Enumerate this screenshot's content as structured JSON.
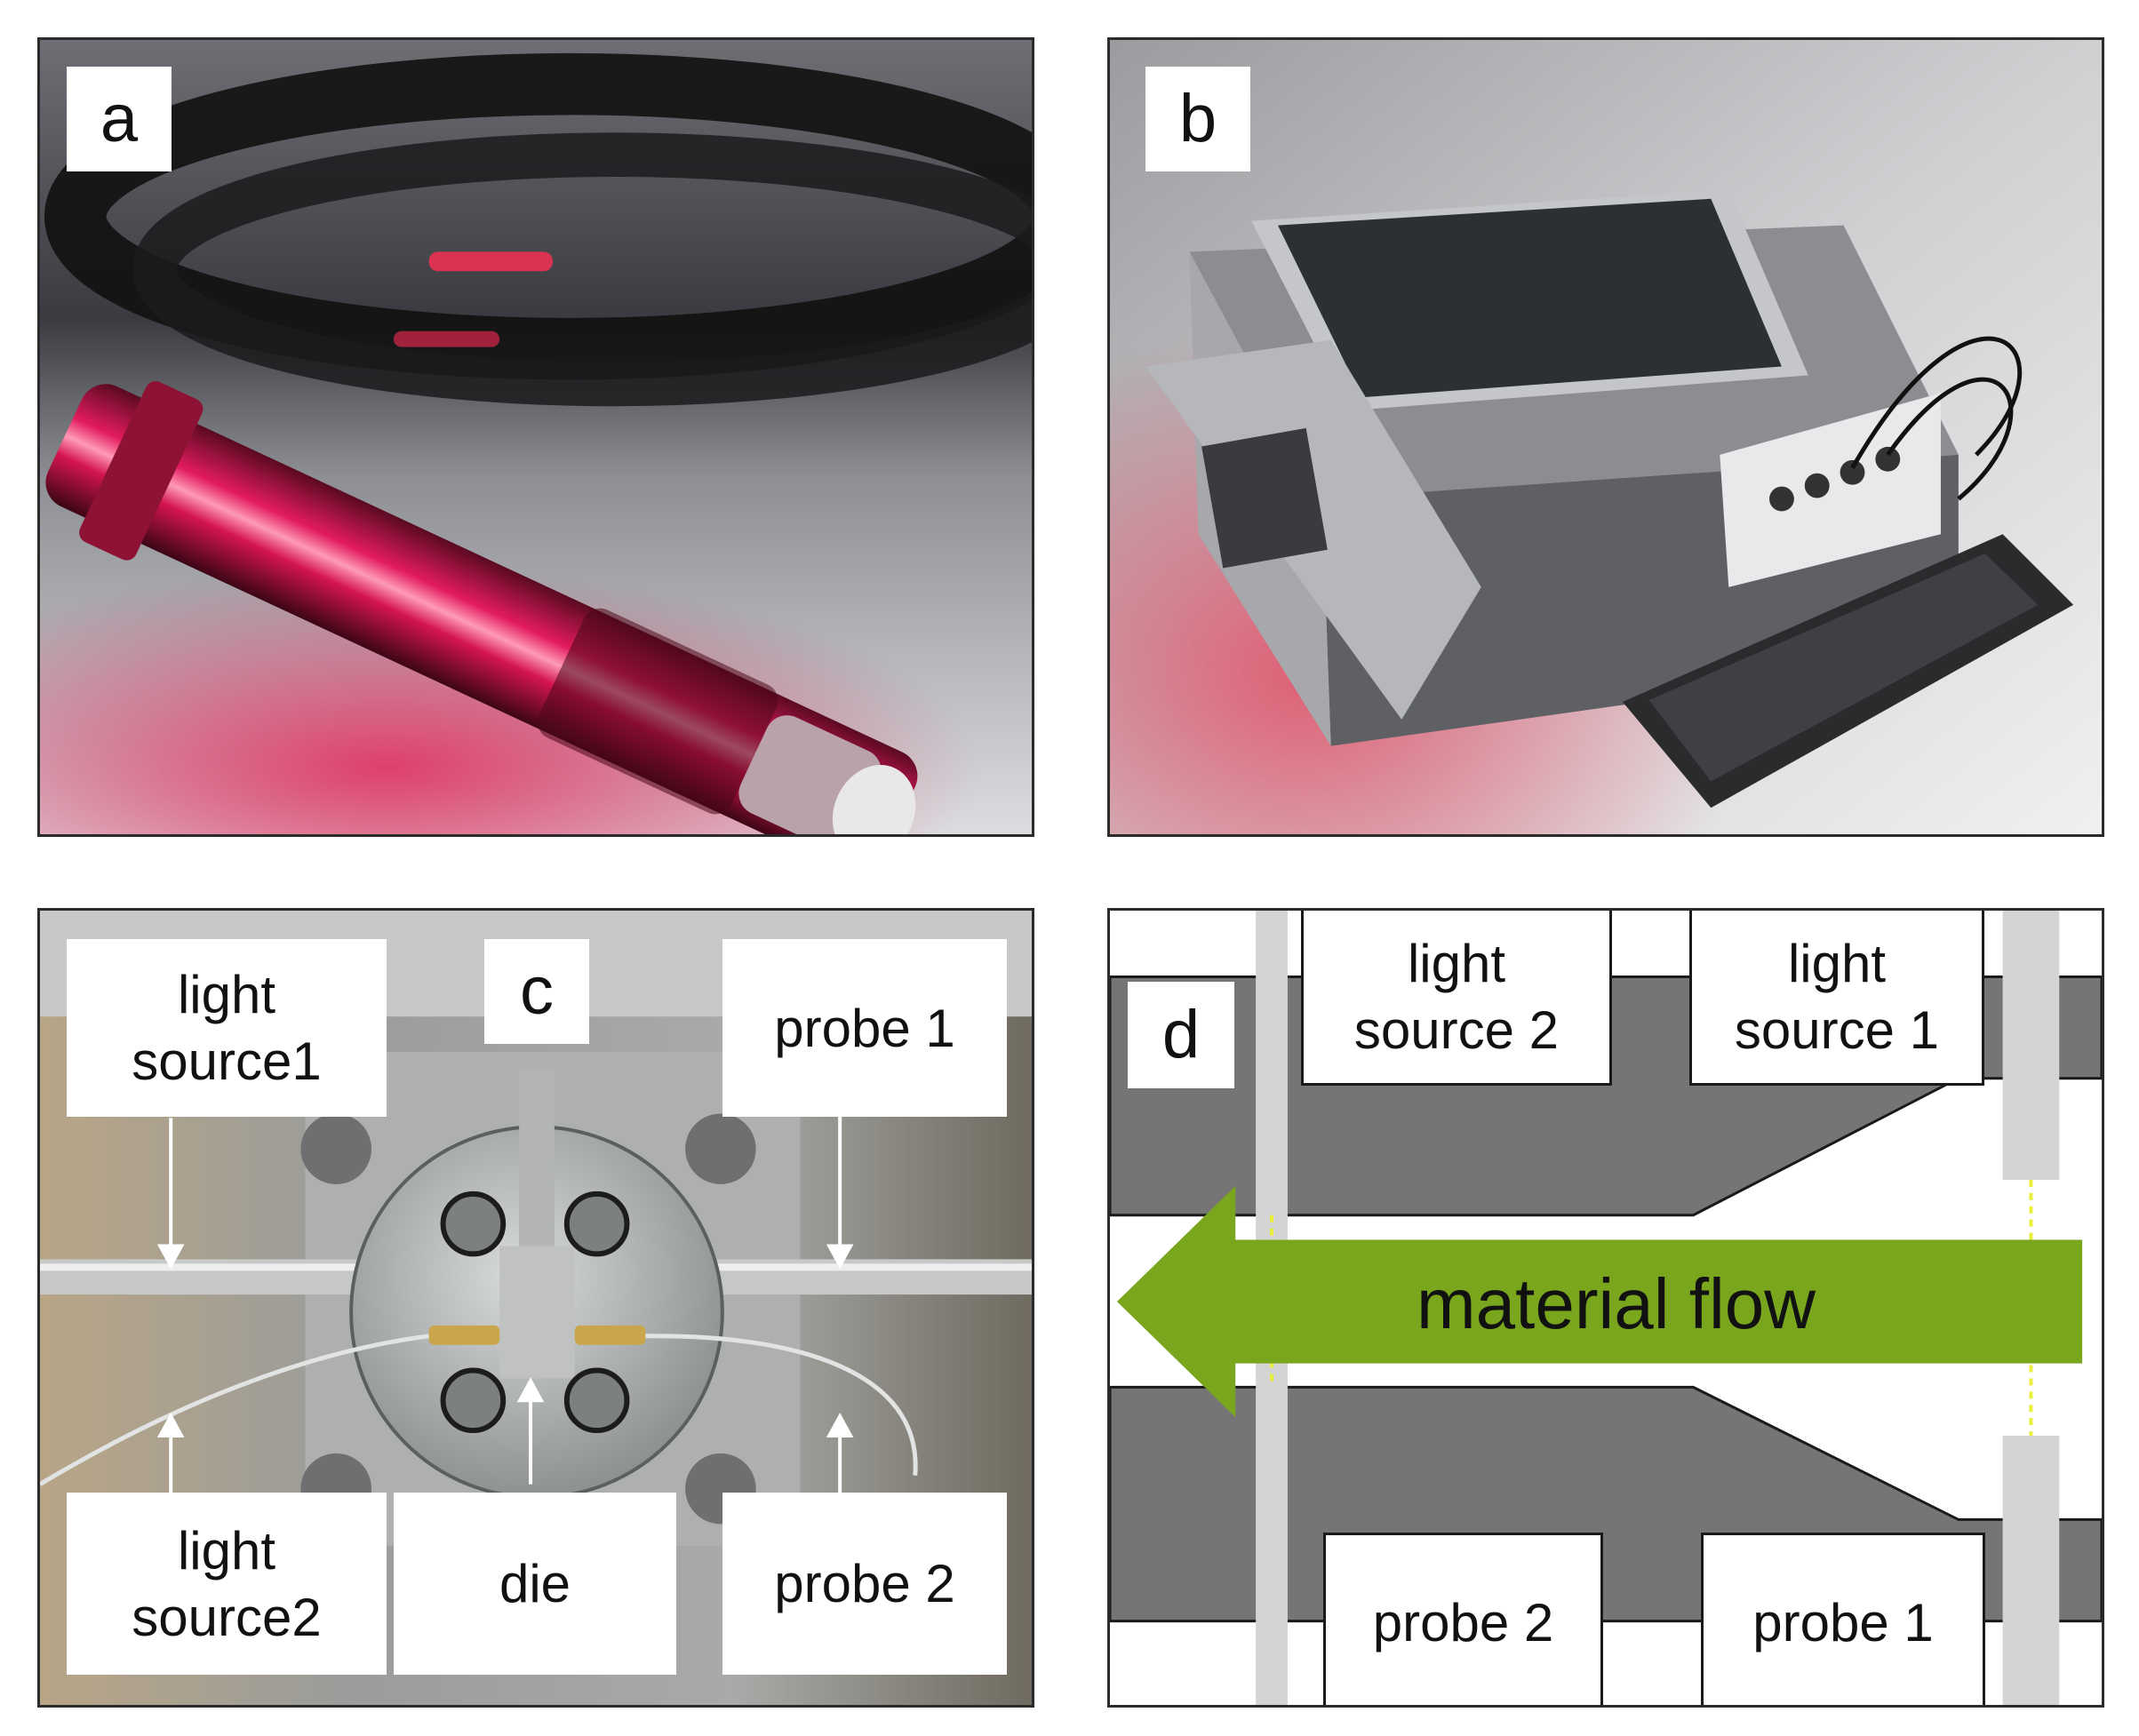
{
  "panels": {
    "a": {
      "letter": "a"
    },
    "b": {
      "letter": "b"
    },
    "c": {
      "letter": "c",
      "labels": {
        "light_source1": {
          "line1": "light",
          "line2": "source1"
        },
        "probe1": "probe 1",
        "light_source2": {
          "line1": "light",
          "line2": "source2"
        },
        "die": "die",
        "probe2": "probe 2"
      }
    },
    "d": {
      "letter": "d",
      "labels": {
        "light_source2": {
          "line1": "light",
          "line2": "source 2"
        },
        "light_source1": {
          "line1": "light",
          "line2": "source 1"
        },
        "flow": "material flow",
        "probe2": "probe 2",
        "probe1": "probe 1"
      }
    }
  },
  "colors": {
    "arrow_green": "#7aa61e",
    "channel_gray": "#757575",
    "probe_gray": "#d4d4d4",
    "beam_yellow": "#e9ef3a",
    "laser_red": "#d4144b"
  }
}
